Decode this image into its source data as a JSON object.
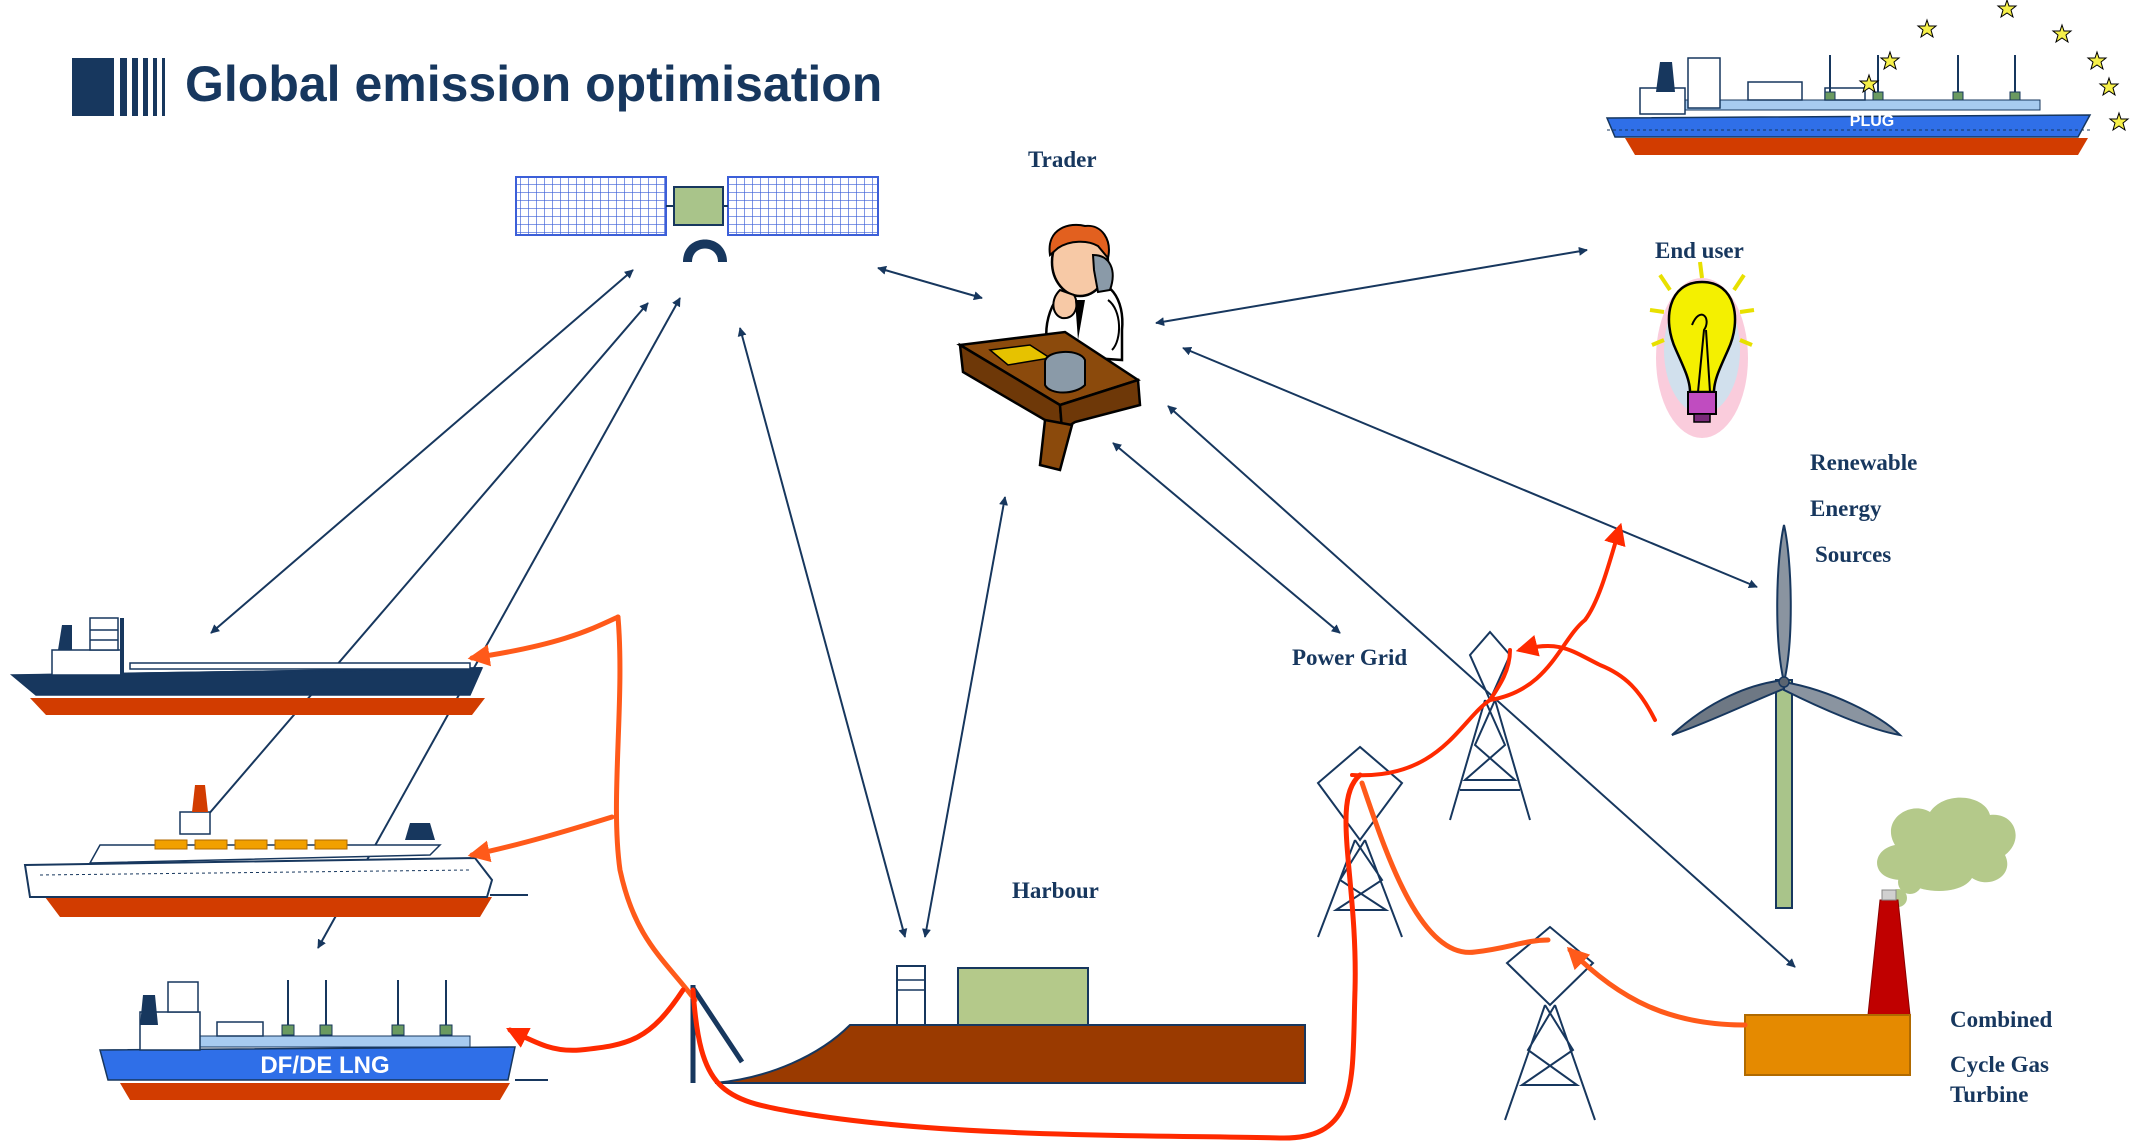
{
  "title": "Global emission optimisation",
  "labels": {
    "trader": "Trader",
    "end_user": "End user",
    "renewable_line1": "Renewable",
    "renewable_line2": "Energy",
    "renewable_line3": "Sources",
    "power_grid": "Power Grid",
    "harbour": "Harbour",
    "ccgt_line1": "Combined",
    "ccgt_line2": "Cycle Gas",
    "ccgt_line3": "Turbine"
  },
  "ship_labels": {
    "lng_ship": "DF/DE LNG",
    "plug_ship": "PLUG"
  },
  "colors": {
    "navy": "#17375e",
    "power_line": "#ff2a00",
    "power_line_orange": "#ff5a1a",
    "hull_red": "#d23c00",
    "hull_blue": "#2f6fe8",
    "harbour_brown": "#9a3a00",
    "panel_blue": "#3c5fd8",
    "turbine_green": "#a9c48a",
    "ccgt_orange": "#e58a00",
    "stack_red": "#c00000",
    "smoke_green": "#b4c98a"
  },
  "icons": [
    "satellite-icon",
    "trader-icon",
    "light-bulb-icon",
    "wind-turbine-icon",
    "pylon-icon",
    "ccgt-plant-icon",
    "container-ship-icon",
    "cruise-ship-icon",
    "lng-ship-icon",
    "plug-ship-icon",
    "harbour-icon",
    "eu-stars-icon"
  ]
}
